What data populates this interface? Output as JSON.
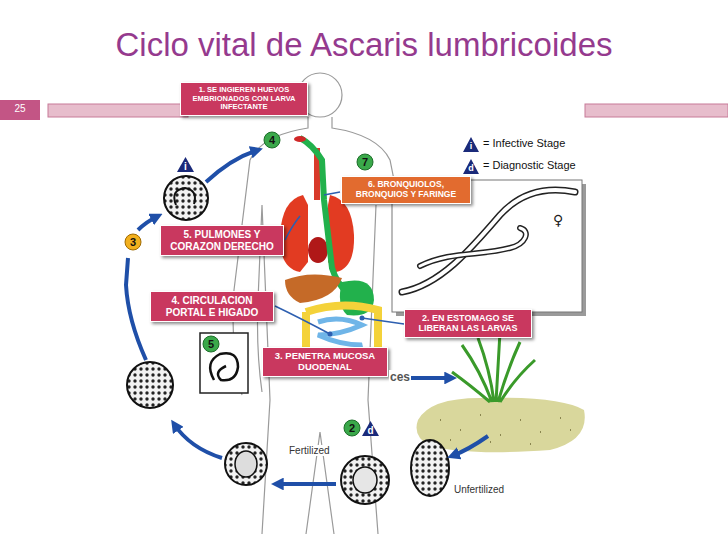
{
  "diagram": {
    "title": "Ciclo vital de Ascaris lumbricoides",
    "nodes": [
      {
        "text": [
          "1. SE INGIEREN HUEVOS EMBRIONADOS CON LARVA INFECTANTE"
        ]
      },
      {
        "text": [
          "4"
        ]
      },
      {
        "text": [
          "i"
        ]
      },
      {
        "text": [
          "7"
        ]
      },
      {
        "text": [
          "6. BRONQUIOLOS, BRONQUIOS Y FARINGE"
        ]
      },
      {
        "text": [
          "5. PULMONES Y CORAZON DERECHO"
        ]
      },
      {
        "text": [
          "3"
        ]
      },
      {
        "text": [
          "4. CIRCULACION PORTAL E HIGADO"
        ]
      },
      {
        "text": [
          "2. EN ESTOMAGO SE LIBERAN LAS LARVAS"
        ]
      },
      {
        "text": [
          "5"
        ]
      },
      {
        "text": [
          "3. PENETRA MUCOSA DUODENAL"
        ]
      },
      {
        "text": [
          "2"
        ]
      },
      {
        "text": [
          "d"
        ]
      }
    ],
    "labels": [
      "25",
      "i",
      "d",
      "♀",
      "ces",
      "Fertilized",
      "Unfertilized"
    ],
    "legend": [
      {
        "text": "= Infective Stage"
      },
      {
        "text": "= Diagnostic Stage"
      }
    ]
  }
}
